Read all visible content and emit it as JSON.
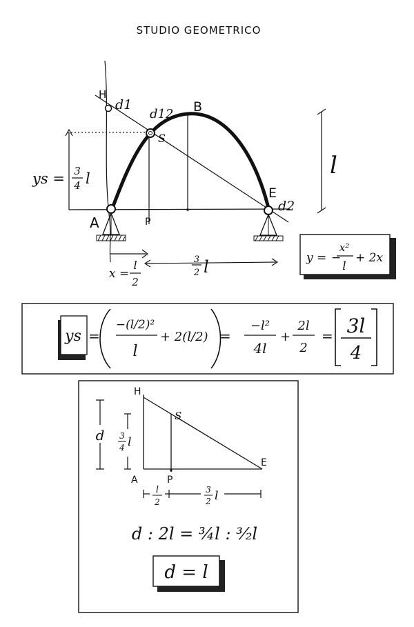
{
  "title": "STUDIO GEOMETRICO",
  "figure1": {
    "labels": {
      "H": "H",
      "d1": "d1",
      "d12": "d12",
      "B": "B",
      "S": "S",
      "A": "A",
      "P": "P",
      "E": "E",
      "d2": "d2",
      "l": "l"
    },
    "ys_label": "ys =",
    "ys_num": "3",
    "ys_den": "4",
    "ys_var": "l",
    "x_label": "x =",
    "x_num": "l",
    "x_den": "2",
    "span_num": "3",
    "span_den": "2",
    "span_var": "l",
    "equation": {
      "lhs": "y =",
      "minus": "−",
      "num": "x²",
      "den": "l",
      "rest": "+ 2x"
    }
  },
  "calc": {
    "ys": "ys",
    "equals": "=",
    "t1_num": "−(l/2)²",
    "t1_den": "l",
    "t1_tail": "+ 2(l/2)",
    "t2_num": "−l²",
    "t2_den": "4l",
    "t2_tail": "+",
    "t3_num": "2l",
    "t3_den": "2",
    "result_num": "3l",
    "result_den": "4"
  },
  "figure2": {
    "labels": {
      "H": "H",
      "S": "S",
      "A": "A",
      "P": "P",
      "E": "E",
      "d": "d"
    },
    "height_num": "3",
    "height_den": "4",
    "height_var": "l",
    "base1_num": "l",
    "base1_den": "2",
    "base2_num": "3",
    "base2_den": "2",
    "base2_var": "l",
    "proportion": "d : 2l = ¾l : ³⁄₂l",
    "result": "d = l"
  }
}
